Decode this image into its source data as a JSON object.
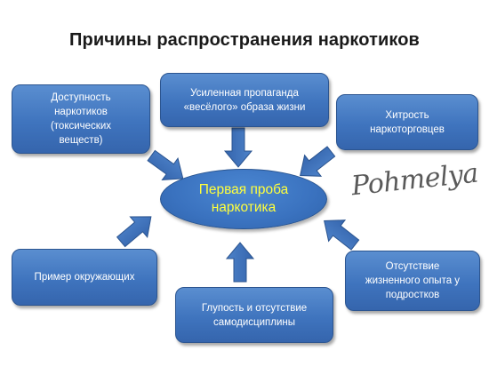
{
  "title": "Причины распространения наркотиков",
  "center": "Первая проба\nнаркотика",
  "causes": {
    "availability": "Доступность\nнаркотиков\n(токсических\nвеществ)",
    "propaganda": "Усиленная пропаганда\n«весёлого» образа жизни",
    "dealers": "Хитрость\nнаркоторговцев",
    "example": "Пример окружающих",
    "stupidity": "Глупость и отсутствие\nсамодисциплины",
    "experience": "Отсутствие\nжизненного опыта у\nподростков"
  },
  "watermark": "Pohmelya",
  "colors": {
    "box": "#4a7fc6",
    "border": "#2c5590",
    "center_text": "#ffff3c",
    "arrow": "#3d6fb5"
  }
}
